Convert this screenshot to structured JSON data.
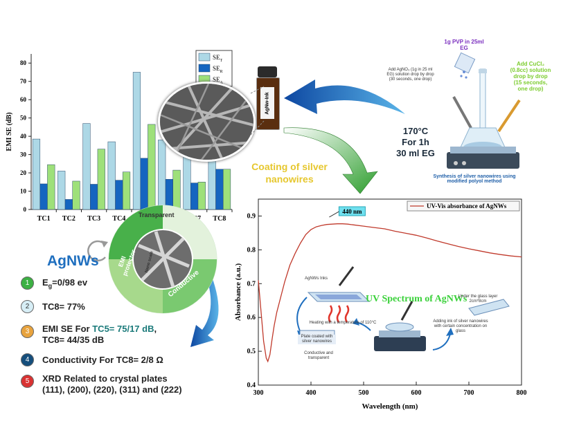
{
  "chart_data": [
    {
      "type": "bar",
      "categories": [
        "TC1",
        "TC2",
        "TC3",
        "TC4",
        "TC5",
        "TC6",
        "TC7",
        "TC8"
      ],
      "ylabel": "EMI SE (dB)",
      "ylim": [
        0,
        85
      ],
      "yticks": [
        0,
        10,
        20,
        30,
        40,
        50,
        60,
        70,
        80
      ],
      "series": [
        {
          "name": "SE_T",
          "label_main": "SE",
          "label_sub": "T",
          "color": "#add8e6",
          "values": [
            38.5,
            21,
            47,
            37,
            75,
            38,
            30,
            38
          ]
        },
        {
          "name": "SE_R",
          "label_main": "SE",
          "label_sub": "R",
          "color": "#1565c0",
          "values": [
            14,
            5.5,
            13.8,
            16,
            28,
            16.5,
            14.5,
            22
          ]
        },
        {
          "name": "SE_A",
          "label_main": "SE",
          "label_sub": "A",
          "color": "#9ee07a",
          "values": [
            24.5,
            15.5,
            33,
            20.5,
            46.5,
            21.5,
            15,
            22
          ]
        }
      ]
    },
    {
      "type": "line",
      "legend": "UV-Vis absorbance of AgNWs",
      "xlabel": "Wavelength (nm)",
      "ylabel": "Absorbance (a.u.)",
      "xlim": [
        300,
        800
      ],
      "ylim": [
        0.4,
        0.95
      ],
      "xticks": [
        300,
        400,
        500,
        600,
        700,
        800
      ],
      "yticks": [
        0.4,
        0.5,
        0.6,
        0.7,
        0.8,
        0.9
      ],
      "color": "#c0392b",
      "peak_label": "440 nm",
      "peak_x": 440,
      "x": [
        300,
        305,
        310,
        315,
        318,
        322,
        326,
        330,
        335,
        340,
        345,
        350,
        360,
        370,
        380,
        390,
        400,
        410,
        420,
        430,
        440,
        450,
        460,
        470,
        480,
        500,
        520,
        540,
        560,
        580,
        600,
        620,
        640,
        660,
        680,
        700,
        720,
        740,
        760,
        780,
        800
      ],
      "y": [
        0.71,
        0.62,
        0.53,
        0.48,
        0.47,
        0.49,
        0.535,
        0.575,
        0.615,
        0.645,
        0.675,
        0.705,
        0.755,
        0.79,
        0.82,
        0.845,
        0.86,
        0.868,
        0.872,
        0.875,
        0.876,
        0.877,
        0.877,
        0.876,
        0.874,
        0.87,
        0.866,
        0.862,
        0.855,
        0.849,
        0.843,
        0.835,
        0.826,
        0.818,
        0.81,
        0.803,
        0.797,
        0.791,
        0.786,
        0.782,
        0.779
      ]
    }
  ],
  "labels": {
    "vial": "AgNw-Ink",
    "pvp": "1g PVP in 25ml EG",
    "agno3": "Add AgNO₃ (1g in 25 ml EG) solution drop by drop (30 seconds, one drop)",
    "cucl": "Add CuCl₂ (0.8cc) solution drop by drop (15 seconds, one drop)",
    "condition1": "170°C",
    "condition2": "For 1h",
    "condition3": "30 ml EG",
    "synthesis": "Synthesis of silver nanowires using modified polyol method",
    "coating": "Coating of silver nanowires",
    "uv_spectrum": "UV Spectrum of AgNWs",
    "inks": "AgNWs Inks",
    "heating": "Heating with a temperature of 110°C",
    "plate": "Plate coated with silver nanowires",
    "cond_transp": "Conductive and transparent",
    "under_glass": "Under the glass layer 2cm*8cm",
    "adding_ink": "Adding ink of silver nanowires with certain concentration on glass"
  },
  "circle": {
    "transparent": "Transparent",
    "conductive": "Conductive",
    "emi": "EMI protector",
    "nano": "Nano scale"
  },
  "agnws": {
    "title": "AgNWs",
    "props": [
      {
        "num": "1",
        "color": "#3cb043",
        "pre": "E",
        "sub": "g",
        "post": "=0/98 ev",
        "hl": "",
        "tail": ""
      },
      {
        "num": "2",
        "color": "#d7eef6",
        "pre": "TC8= 77%",
        "sub": "",
        "post": "",
        "hl": "",
        "tail": ""
      },
      {
        "num": "3",
        "color": "#e8a33d",
        "pre": "EMI SE For ",
        "sub": "",
        "post": "",
        "hl": "TC5= 75/17 dB",
        "tail": ","
      },
      {
        "num": "4",
        "color": "#154e7c",
        "pre": "Conductivity For TC8= 2/8 Ω",
        "sub": "",
        "post": "",
        "hl": "",
        "tail": ""
      },
      {
        "num": "5",
        "color": "#d93232",
        "pre": "XRD Related to crystal plates",
        "sub": "",
        "post": "",
        "hl": "",
        "tail": ""
      }
    ],
    "prop3_line2": "TC8= 44/35  dB",
    "prop5_line2": "(111), (200), (220), (311) and (222)"
  }
}
